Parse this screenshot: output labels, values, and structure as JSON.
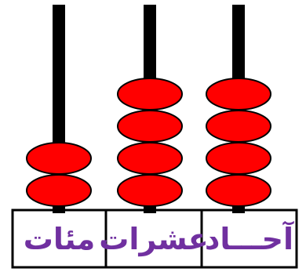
{
  "diagram": {
    "columns": [
      {
        "label": "مئات",
        "bead_count": 2
      },
      {
        "label": "عشرات",
        "bead_count": 4
      },
      {
        "label": "آحـــاد",
        "bead_count": 4
      }
    ]
  },
  "colors": {
    "rod": "#000000",
    "bead_fill": "#ff0000",
    "bead_stroke": "#000000",
    "label_text": "#7030a0",
    "frame": "#000000"
  }
}
